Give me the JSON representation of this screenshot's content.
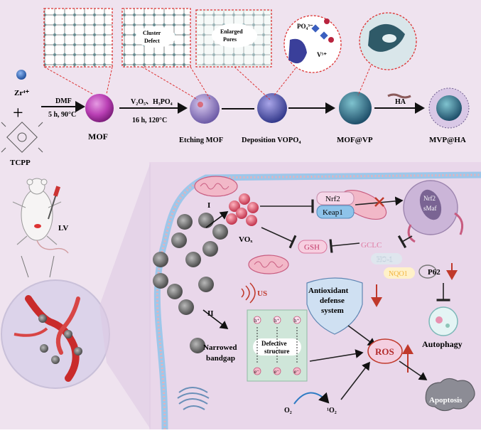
{
  "synthesis": {
    "zr_label": "Zr⁴⁺",
    "plus": "+",
    "tcpp_label": "TCPP",
    "step1_top": "DMF",
    "step1_bottom": "5 h, 90°C",
    "mof_label": "MOF",
    "step2_top": "V₂O₅、H₃PO₄",
    "step2_bottom": "16 h, 120°C",
    "etching_label": "Etching MOF",
    "deposition_label": "Deposition VOPO₄",
    "mofvp_label": "MOF@VP",
    "ha_label": "HA",
    "mvpha_label": "MVP@HA",
    "inset_cluster": "Cluster Defect",
    "inset_enlarged": "Enlarged Pores",
    "inset_po4": "PO₄³⁻",
    "inset_v": "V⁵⁺"
  },
  "mouse": {
    "lv_label": "LV"
  },
  "mechanism": {
    "path1": "I",
    "path2": "II",
    "vox": "VOₓ",
    "nrf2": "Nrf2",
    "keap1": "Keap1",
    "nrf2_nucleus": "Nrf2",
    "smaf": "sMaf",
    "gsh": "GSH",
    "gclc": "GCLC",
    "ho1": "HO-1",
    "nqo1": "NQO1",
    "p62": "P62",
    "antioxidant": [
      "Antioxidant",
      "defense",
      "system"
    ],
    "autophagy": "Autophagy",
    "ros": "ROS",
    "apoptosis": "Apoptosis",
    "us": "US",
    "narrowed": [
      "Narrowed",
      "bandgap"
    ],
    "defective": [
      "Defective",
      "structure"
    ],
    "hplus": "h⁺",
    "eminus": "e⁻",
    "o2": "O₂",
    "singlet_o2": "¹O₂"
  },
  "colors": {
    "background_panel": "#e9d7ea",
    "mof_sphere": "#b93fb4",
    "cell_membrane": "#9ec7ea",
    "ros_fill": "#f4cfe0",
    "keap1_fill": "#8ec3ea",
    "inhibit_arrow": "#c0392b"
  }
}
